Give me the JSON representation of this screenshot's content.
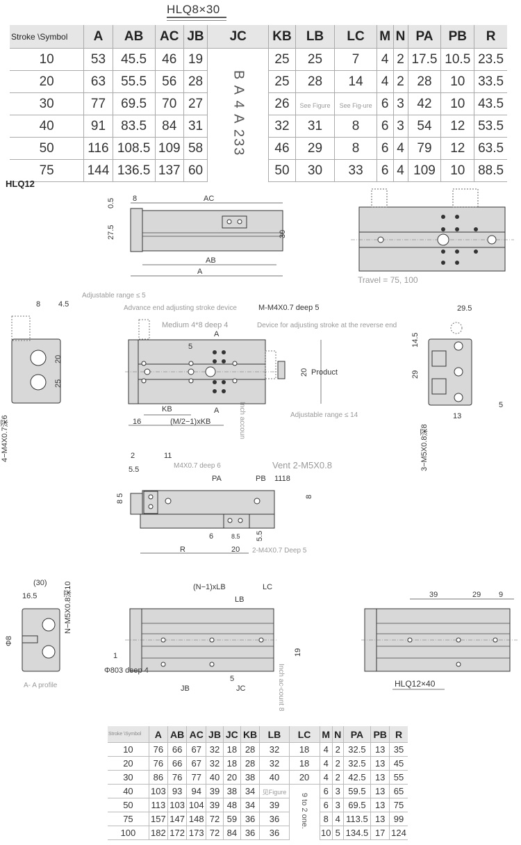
{
  "top_table": {
    "title": "HLQ8×30",
    "headers": [
      "Stroke \\Symbol",
      "A",
      "AB",
      "AC",
      "JB",
      "JC",
      "KB",
      "LB",
      "LC",
      "M",
      "N",
      "PA",
      "PB",
      "R"
    ],
    "jc_merged_note": "B A 4 A 233",
    "see_figure_lb": "See Figure",
    "see_figure_lc": "See Fig-ure",
    "rows": [
      {
        "stroke": "10",
        "A": "53",
        "AB": "45.5",
        "AC": "46",
        "JB": "19",
        "KB": "25",
        "LB": "25",
        "LC": "7",
        "M": "4",
        "N": "2",
        "PA": "17.5",
        "PB": "10.5",
        "R": "23.5"
      },
      {
        "stroke": "20",
        "A": "63",
        "AB": "55.5",
        "AC": "56",
        "JB": "28",
        "KB": "25",
        "LB": "28",
        "LC": "14",
        "M": "4",
        "N": "2",
        "PA": "28",
        "PB": "10",
        "R": "33.5"
      },
      {
        "stroke": "30",
        "A": "77",
        "AB": "69.5",
        "AC": "70",
        "JB": "27",
        "KB": "26",
        "LB": "",
        "LC": "",
        "M": "6",
        "N": "3",
        "PA": "42",
        "PB": "10",
        "R": "43.5"
      },
      {
        "stroke": "40",
        "A": "91",
        "AB": "83.5",
        "AC": "84",
        "JB": "31",
        "KB": "32",
        "LB": "31",
        "LC": "8",
        "M": "6",
        "N": "3",
        "PA": "54",
        "PB": "12",
        "R": "53.5"
      },
      {
        "stroke": "50",
        "A": "116",
        "AB": "108.5",
        "AC": "109",
        "JB": "58",
        "KB": "46",
        "LB": "29",
        "LC": "8",
        "M": "6",
        "N": "4",
        "PA": "79",
        "PB": "12",
        "R": "63.5"
      },
      {
        "stroke": "75",
        "A": "144",
        "AB": "136.5",
        "AC": "137",
        "JB": "60",
        "KB": "50",
        "LB": "30",
        "LC": "33",
        "M": "6",
        "N": "4",
        "PA": "109",
        "PB": "10",
        "R": "88.5"
      }
    ]
  },
  "section_title": "HLQ12",
  "drawings": {
    "top_view": {
      "d05": "0.5",
      "d275": "27.5",
      "d8": "8",
      "ac": "AC",
      "d30": "30",
      "ab": "AB",
      "a": "A"
    },
    "top_right": {
      "travel": "Travel = 75, 100"
    },
    "left_end": {
      "d8": "8",
      "d45": "4.5",
      "d20": "20",
      "d25": "25",
      "thread": "4−M4X0.7深6"
    },
    "main_view": {
      "adj5": "Adjustable range ≤ 5",
      "advance": "Advance end adjusting stroke device",
      "mthread": "M-M4X0.7 deep 5",
      "medium": "Medium 4*8 deep 4",
      "reverse": "Device for adjusting stroke at the reverse end",
      "a_top": "A",
      "d5": "5",
      "d20": "20",
      "product": "Product",
      "a_bot": "A",
      "kb": "KB",
      "d16": "16",
      "mkb": "(M/2−1)xKB",
      "adj14": "Adjustable range ≤ 14",
      "inch": "Inch accoun"
    },
    "right_end": {
      "d295": "29.5",
      "d145": "14.5",
      "d29": "29",
      "d5": "5",
      "d13": "13",
      "thread": "3−M5X0.8深8"
    },
    "side_view": {
      "d2": "2",
      "d11": "11",
      "d55": "5.5",
      "m4": "M4X0.7 deep 6",
      "vent": "Vent 2-M5X0.8",
      "pa": "PA",
      "pb": "PB",
      "d1118": "1118",
      "d85": "8 5",
      "d8": "8",
      "d6": "6",
      "d85b": "8.5",
      "d55b": "5.5",
      "r": "R",
      "d20": "20",
      "m4b": "2-M4X0.7 Deep 5"
    },
    "aa_profile": {
      "d30": "(30)",
      "d165": "16.5",
      "thread": "N−M5X0.8深10",
      "phi8": "Φ8",
      "caption": "A- A profile"
    },
    "bottom_view": {
      "nlb": "(N−1)xLB",
      "lc": "LC",
      "lb": "LB",
      "d19": "19",
      "d1": "1",
      "phi3": "Φ803 deep 4",
      "d5": "5",
      "jb": "JB",
      "jc": "JC",
      "inch": "Inch ac-count 8"
    },
    "bottom_right": {
      "d39": "39",
      "d29": "29",
      "d9": "9",
      "caption": "HLQ12×40"
    }
  },
  "bottom_table": {
    "headers": [
      "Stroke \\Symbol",
      "A",
      "AB",
      "AC",
      "JB",
      "JC",
      "KB",
      "LB",
      "LC",
      "M",
      "N",
      "PA",
      "PB",
      "R"
    ],
    "see_figure_lb": "见Figure",
    "lc_merged_note": "9 to 2 one.",
    "rows": [
      {
        "stroke": "10",
        "A": "76",
        "AB": "66",
        "AC": "67",
        "JB": "32",
        "JC": "18",
        "KB": "28",
        "LB": "32",
        "LC": "18",
        "M": "4",
        "N": "2",
        "PA": "32.5",
        "PB": "13",
        "R": "35"
      },
      {
        "stroke": "20",
        "A": "76",
        "AB": "66",
        "AC": "67",
        "JB": "32",
        "JC": "18",
        "KB": "28",
        "LB": "32",
        "LC": "18",
        "M": "4",
        "N": "2",
        "PA": "32.5",
        "PB": "13",
        "R": "45"
      },
      {
        "stroke": "30",
        "A": "86",
        "AB": "76",
        "AC": "77",
        "JB": "40",
        "JC": "20",
        "KB": "38",
        "LB": "40",
        "LC": "20",
        "M": "4",
        "N": "2",
        "PA": "42.5",
        "PB": "13",
        "R": "55"
      },
      {
        "stroke": "40",
        "A": "103",
        "AB": "93",
        "AC": "94",
        "JB": "39",
        "JC": "38",
        "KB": "34",
        "LB": "",
        "M": "6",
        "N": "3",
        "PA": "59.5",
        "PB": "13",
        "R": "65"
      },
      {
        "stroke": "50",
        "A": "113",
        "AB": "103",
        "AC": "104",
        "JB": "39",
        "JC": "48",
        "KB": "34",
        "LB": "39",
        "M": "6",
        "N": "3",
        "PA": "69.5",
        "PB": "13",
        "R": "75"
      },
      {
        "stroke": "75",
        "A": "157",
        "AB": "147",
        "AC": "148",
        "JB": "72",
        "JC": "59",
        "KB": "36",
        "LB": "36",
        "M": "8",
        "N": "4",
        "PA": "113.5",
        "PB": "13",
        "R": "99"
      },
      {
        "stroke": "100",
        "A": "182",
        "AB": "172",
        "AC": "173",
        "JB": "72",
        "JC": "84",
        "KB": "36",
        "LB": "36",
        "M": "10",
        "N": "5",
        "PA": "134.5",
        "PB": "17",
        "R": "124"
      }
    ]
  }
}
